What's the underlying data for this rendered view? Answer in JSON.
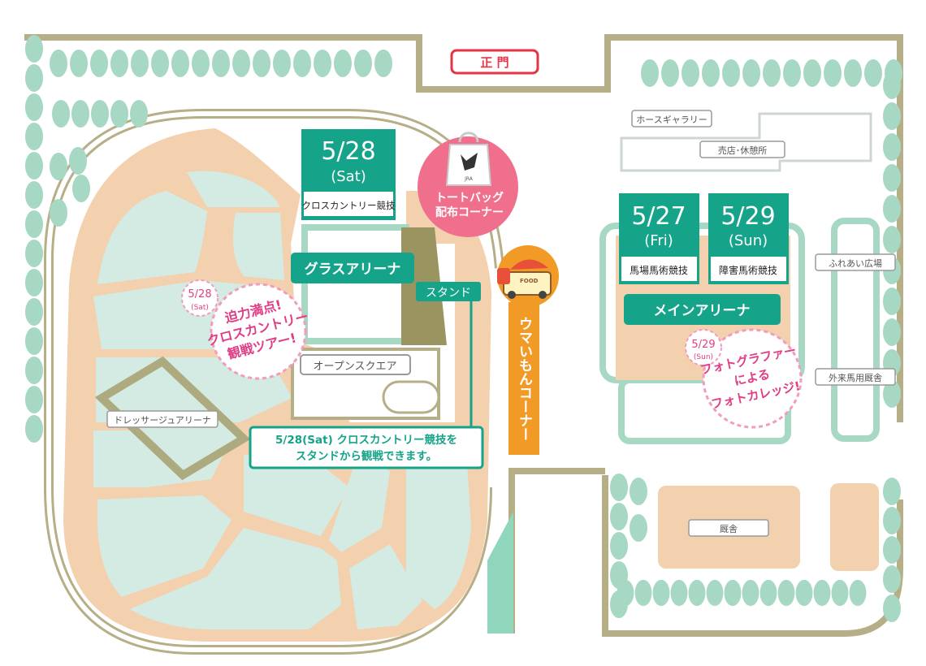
{
  "gate": {
    "label": "正 門"
  },
  "tote": {
    "line1": "トートバッグ",
    "line2": "配布コーナー",
    "bag_brand": "JRA"
  },
  "food": {
    "truck_sign": "FOOD",
    "corner_label": "ウマいもんコーナー"
  },
  "days": {
    "sat": {
      "date": "5/28",
      "day": "(Sat)",
      "event": "クロスカントリー競技"
    },
    "fri": {
      "date": "5/27",
      "day": "(Fri)",
      "event": "馬場馬術競技"
    },
    "sun": {
      "date": "5/29",
      "day": "(Sun)",
      "event": "障害馬術競技"
    }
  },
  "areas": {
    "grass_arena": "グラスアリーナ",
    "stand": "スタンド",
    "open_square": "オープンスクエア",
    "dressage_arena": "ドレッサージュアリーナ",
    "main_arena": "メインアリーナ",
    "horse_gallery": "ホースギャラリー",
    "shop_rest": "売店･休憩所",
    "fureai_plaza": "ふれあい広場",
    "visitor_stable": "外来馬用厩舎",
    "stable": "厩舎"
  },
  "notes": {
    "xc_tour": {
      "date": "5/28",
      "day": "(Sat)",
      "lines": [
        "迫力満点!",
        "クロスカントリー",
        "観戦ツアー!"
      ]
    },
    "photo_college": {
      "date": "5/29",
      "day": "(Sun)",
      "lines": [
        "フォトグラファー",
        "による",
        "フォトカレッジ!"
      ]
    },
    "stand_watch": {
      "lines": [
        "5/28(Sat) クロスカントリー競技を",
        "スタンドから観戦できます。"
      ]
    }
  },
  "colors": {
    "teal": "#15a389",
    "pink": "#e03d86",
    "sand": "#f3d0ae",
    "field": "#d3ebe3",
    "olive": "#aeaa80",
    "orange": "#f29a26",
    "tree": "#a7d8c4",
    "wall": "#b5ae86"
  }
}
